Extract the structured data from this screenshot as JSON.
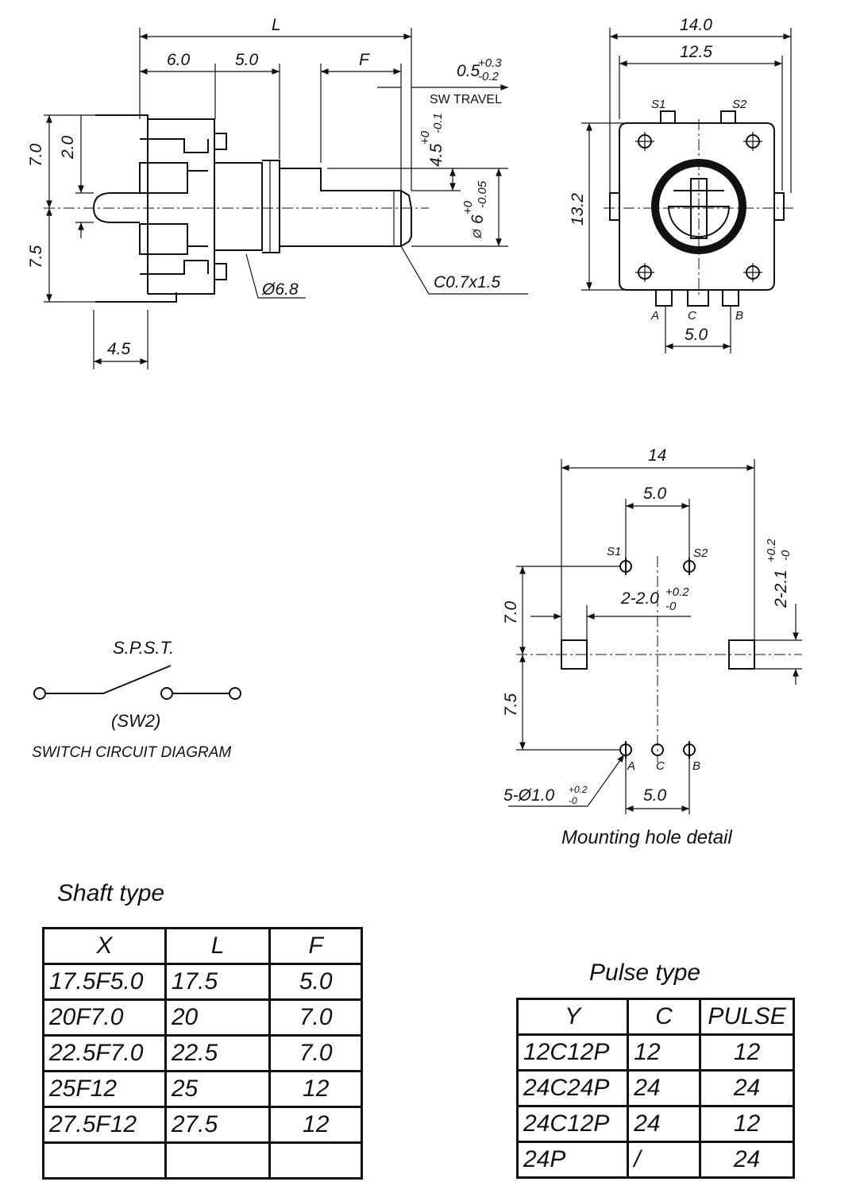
{
  "side_view": {
    "dims": {
      "L": "L",
      "d6_0": "6.0",
      "d5_0": "5.0",
      "F": "F",
      "travel": "0.5",
      "travel_plus": "+0.3",
      "travel_minus": "-0.2",
      "sw_travel": "SW TRAVEL",
      "d7_0": "7.0",
      "d2_0": "2.0",
      "d7_5": "7.5",
      "d4_5v": "4.5",
      "d4_5v_plus": "+0",
      "d4_5v_minus": "-0.1",
      "d6v": "6",
      "d6v_plus": "+0",
      "d6v_minus": "-0.05",
      "phi": "Ø",
      "dia6_8": "Ø6.8",
      "chamfer": "C0.7x1.5",
      "d4_5": "4.5"
    }
  },
  "front_view": {
    "dims": {
      "d14_0": "14.0",
      "d12_5": "12.5",
      "d13_2": "13.2",
      "d5_0": "5.0"
    },
    "pins": {
      "s1": "S1",
      "s2": "S2",
      "a": "A",
      "c": "C",
      "b": "B"
    }
  },
  "switch_circuit": {
    "label": "S.P.S.T.",
    "sub_label": "(SW2)",
    "caption": "SWITCH CIRCUIT DIAGRAM"
  },
  "mounting": {
    "dims": {
      "d14": "14",
      "d5_0_top": "5.0",
      "d2_2_1": "2-2.1",
      "d2_2_1_plus": "+0.2",
      "d2_2_1_minus": "-0",
      "d2_2_0": "2-2.0",
      "d2_2_0_plus": "+0.2",
      "d2_2_0_minus": "-0",
      "d7_0": "7.0",
      "d7_5": "7.5",
      "holes": "5-Ø1.0",
      "holes_plus": "+0.2",
      "holes_minus": "-0",
      "d5_0_bottom": "5.0"
    },
    "pins": {
      "s1": "S1",
      "s2": "S2",
      "a": "A",
      "c": "C",
      "b": "B"
    },
    "caption": "Mounting hole detail"
  },
  "shaft_table": {
    "title": "Shaft type",
    "headers": [
      "X",
      "L",
      "F"
    ],
    "rows": [
      [
        "17.5F5.0",
        "17.5",
        "5.0"
      ],
      [
        "20F7.0",
        "20",
        "7.0"
      ],
      [
        "22.5F7.0",
        "22.5",
        "7.0"
      ],
      [
        "25F12",
        "25",
        "12"
      ],
      [
        "27.5F12",
        "27.5",
        "12"
      ],
      [
        "",
        "",
        ""
      ]
    ]
  },
  "pulse_table": {
    "title": "Pulse type",
    "headers": [
      "Y",
      "C",
      "PULSE"
    ],
    "rows": [
      [
        "12C12P",
        "12",
        "12"
      ],
      [
        "24C24P",
        "24",
        "24"
      ],
      [
        "24C12P",
        "24",
        "12"
      ],
      [
        "24P",
        "/",
        "24"
      ]
    ]
  }
}
